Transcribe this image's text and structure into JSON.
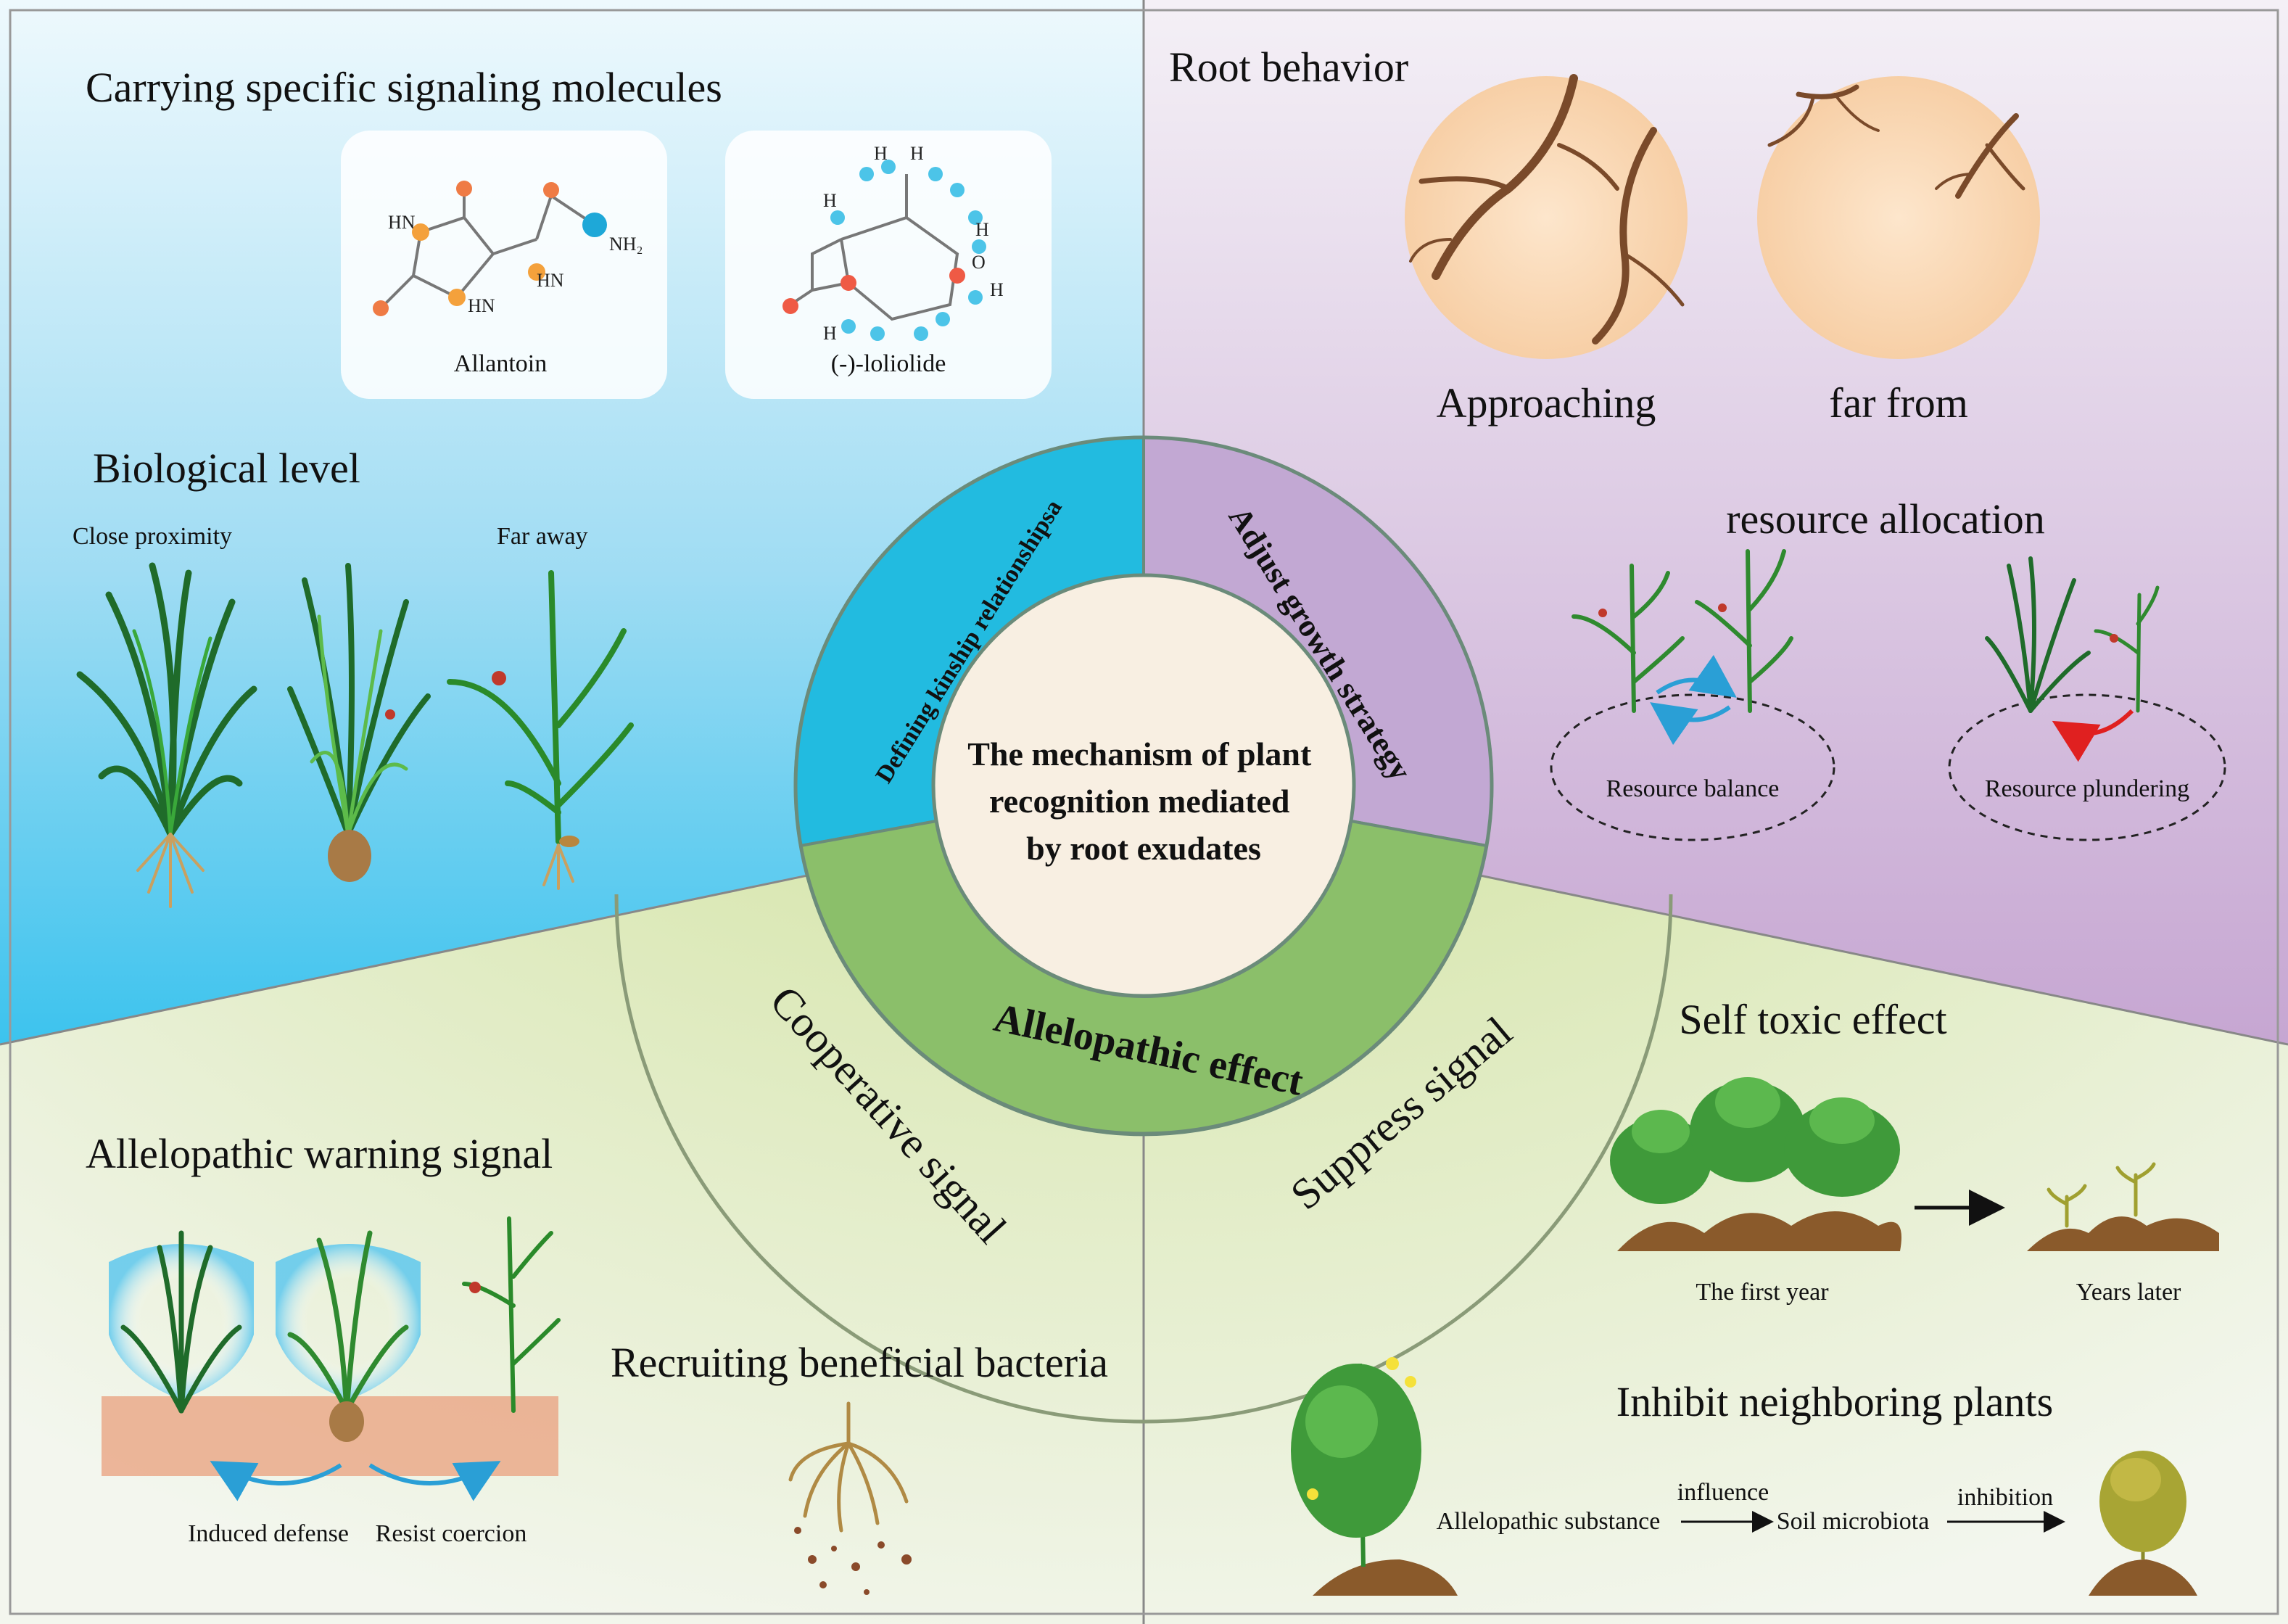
{
  "center": {
    "lines": [
      "The mechanism of plant",
      "recognition mediated",
      "by root exudates"
    ]
  },
  "ring": {
    "kinship": "Defining kinship relationshipsa",
    "growth": "Adjust growth strategy",
    "allelopathic": "Allelopathic effect",
    "cooperative": "Cooperative signal",
    "suppress": "Suppress signal"
  },
  "top_left": {
    "heading": "Carrying specific signaling molecules",
    "molecule_1": "Allantoin",
    "molecule_2": "(-)-loliolide",
    "allantoin_atoms": [
      "HN",
      "HN",
      "HN",
      "NH₂"
    ],
    "loliolide_atoms": [
      "H",
      "O"
    ],
    "biological_heading": "Biological level",
    "close_label": "Close proximity",
    "far_label": "Far away"
  },
  "top_right": {
    "heading": "Root behavior",
    "approaching": "Approaching",
    "far_from": "far from",
    "resource_heading": "resource allocation",
    "balance": "Resource balance",
    "plundering": "Resource plundering"
  },
  "bottom_left": {
    "warning_heading": "Allelopathic warning signal",
    "induced": "Induced defense",
    "resist": "Resist coercion",
    "recruiting": "Recruiting beneficial bacteria"
  },
  "bottom_right": {
    "self_toxic": "Self toxic effect",
    "first_year": "The first year",
    "years_later": "Years later",
    "inhibit_heading": "Inhibit neighboring plants",
    "substance": "Allelopathic substance",
    "influence": "influence",
    "microbiota": "Soil microbiota",
    "inhibition": "inhibition"
  },
  "colors": {
    "blue_panel": "#6fd0f0",
    "purple_panel": "#cdb3d6",
    "green_panel": "#d9e6b8",
    "ring_blue": "#22bbe0",
    "ring_purple": "#c2a8d3",
    "ring_green": "#8bbf6a",
    "center_fill": "#f8efe2",
    "root_brown": "#7a4a2a",
    "soil_brown": "#8a5a2b",
    "leaf_green": "#2e8b2e"
  }
}
